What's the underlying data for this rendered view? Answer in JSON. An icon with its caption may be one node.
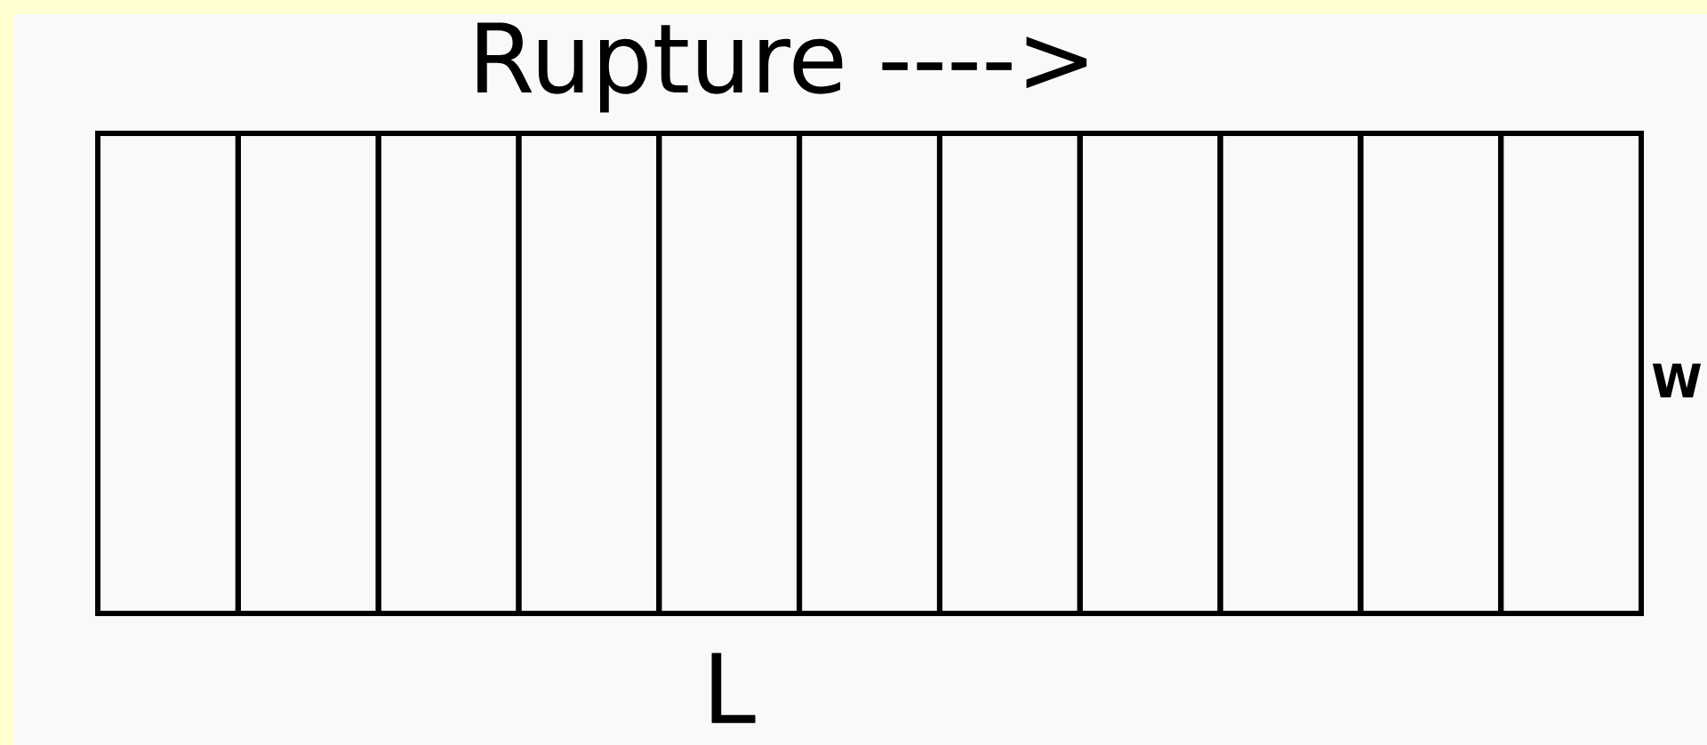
{
  "diagram": {
    "nodes": [
      {
        "text": [],
        "shape": "box"
      },
      {
        "text": [],
        "shape": "box"
      },
      {
        "text": [],
        "shape": "box"
      },
      {
        "text": [],
        "shape": "box"
      },
      {
        "text": [],
        "shape": "box"
      },
      {
        "text": [],
        "shape": "box"
      },
      {
        "text": [],
        "shape": "box"
      },
      {
        "text": [],
        "shape": "box"
      },
      {
        "text": [],
        "shape": "box"
      },
      {
        "text": [],
        "shape": "box"
      },
      {
        "text": [],
        "shape": "box"
      }
    ],
    "labels": [
      "Rupture ---->",
      "W",
      "L"
    ]
  }
}
